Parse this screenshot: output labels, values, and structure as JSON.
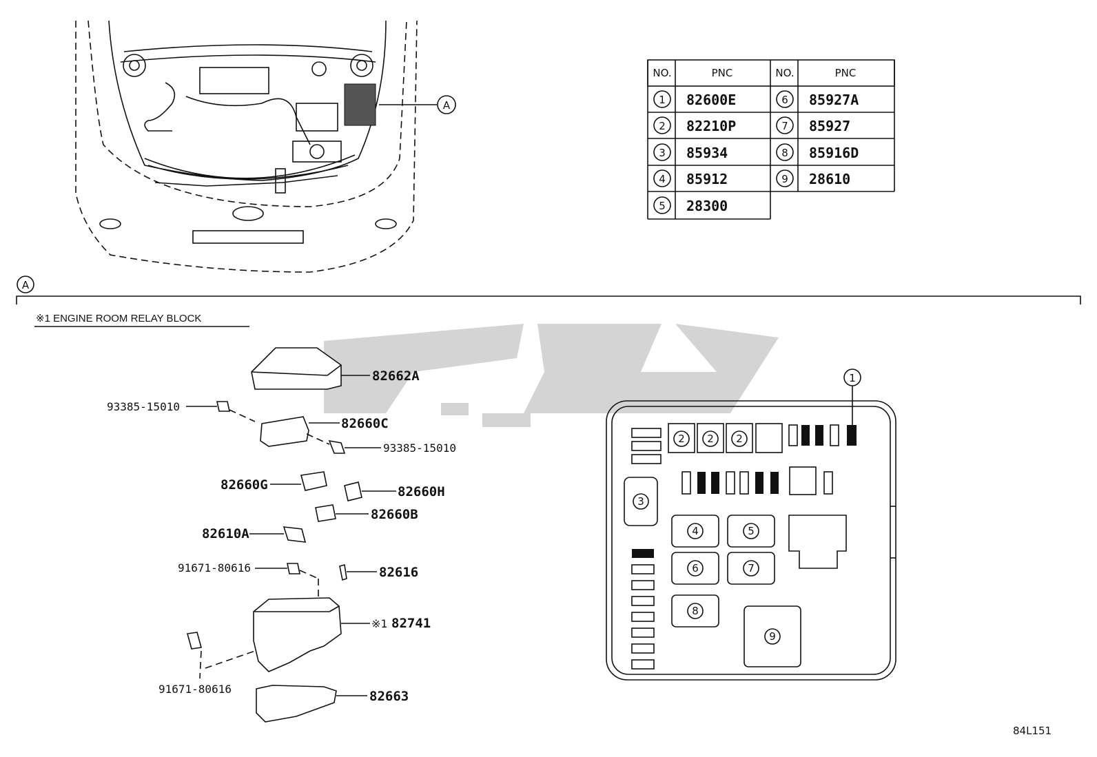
{
  "callout_top": "A",
  "section_marker": "A",
  "section_title": "※1 ENGINE ROOM RELAY BLOCK",
  "diagram_code": "84L151",
  "table": {
    "headers": [
      "NO.",
      "PNC",
      "NO.",
      "PNC"
    ],
    "rows_left": [
      {
        "no": "1",
        "pnc": "82600E"
      },
      {
        "no": "2",
        "pnc": "82210P"
      },
      {
        "no": "3",
        "pnc": "85934"
      },
      {
        "no": "4",
        "pnc": "85912"
      },
      {
        "no": "5",
        "pnc": "28300"
      }
    ],
    "rows_right": [
      {
        "no": "6",
        "pnc": "85927A"
      },
      {
        "no": "7",
        "pnc": "85927"
      },
      {
        "no": "8",
        "pnc": "85916D"
      },
      {
        "no": "9",
        "pnc": "28610"
      }
    ]
  },
  "parts": {
    "p82662A": "82662A",
    "p93385_a": "93385-15010",
    "p82660C": "82660C",
    "p93385_b": "93385-15010",
    "p82660G": "82660G",
    "p82660H": "82660H",
    "p82660B": "82660B",
    "p82610A": "82610A",
    "p91671_a": "91671-80616",
    "p82616": "82616",
    "p82741_mark": "※1",
    "p82741": "82741",
    "p91671_b": "91671-80616",
    "p82663": "82663"
  },
  "relay_layout": {
    "callout": "1",
    "slots": {
      "s2a": "2",
      "s2b": "2",
      "s2c": "2",
      "s3": "3",
      "s4": "4",
      "s5": "5",
      "s6": "6",
      "s7": "7",
      "s8": "8",
      "s9": "9"
    }
  }
}
